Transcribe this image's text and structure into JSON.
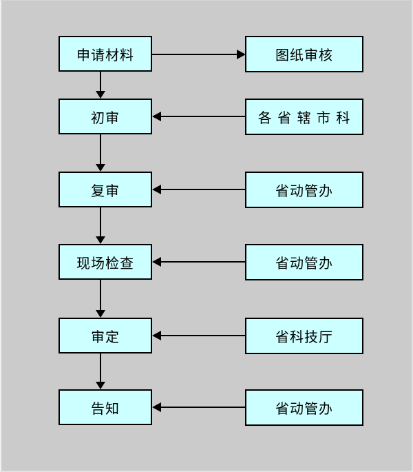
{
  "diagram": {
    "type": "flowchart",
    "colors": {
      "background": "#cbcbcb",
      "node_fill": "#ccffff",
      "node_border": "#000000",
      "arrow": "#000000",
      "text": "#000000"
    },
    "rows": [
      {
        "left": "申请材料",
        "right": "图纸审核",
        "horizontal_arrow": "left-to-right"
      },
      {
        "left": "初审",
        "right": "各 省 辖 市 科",
        "horizontal_arrow": "right-to-left"
      },
      {
        "left": "复审",
        "right": "省动管办",
        "horizontal_arrow": "right-to-left"
      },
      {
        "left": "现场检查",
        "right": "省动管办",
        "horizontal_arrow": "right-to-left"
      },
      {
        "left": "审定",
        "right": "省科技厅",
        "horizontal_arrow": "right-to-left"
      },
      {
        "left": "告知",
        "right": "省动管办",
        "horizontal_arrow": "right-to-left"
      }
    ],
    "vertical_flow": "left column connected top-to-bottom with downward arrows"
  }
}
